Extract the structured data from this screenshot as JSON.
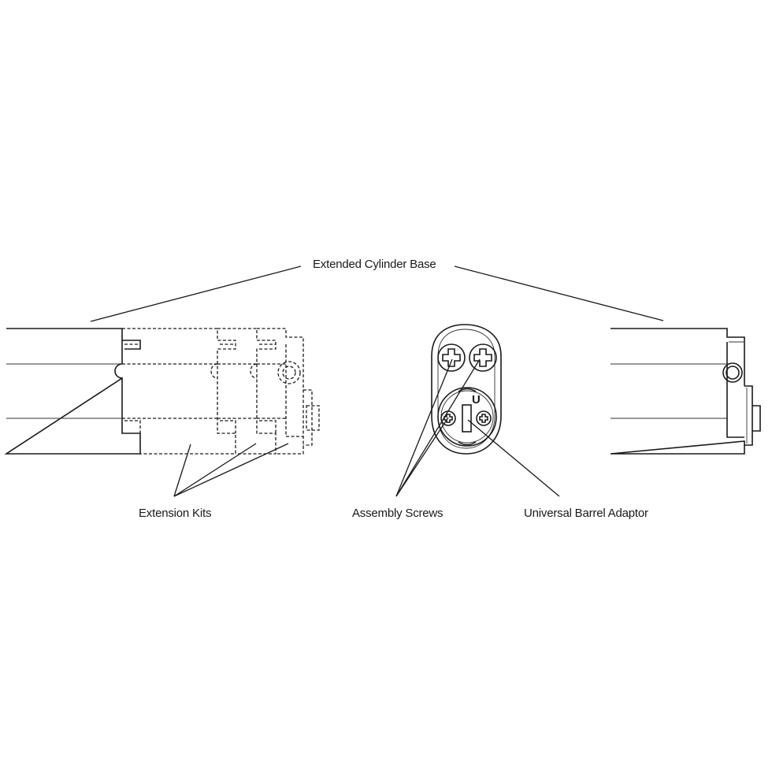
{
  "diagram": {
    "type": "exploded technical line drawing",
    "subject": "Extended cylinder lock assembly",
    "views": [
      {
        "id": "left",
        "description": "Side view of extended cylinder base with dashed extension kits attached"
      },
      {
        "id": "center",
        "description": "End view showing two assembly screws and universal barrel adaptor marked U"
      },
      {
        "id": "right",
        "description": "Side view of extended cylinder base without extensions"
      }
    ]
  },
  "labels": {
    "top": "Extended Cylinder Base",
    "extension_kits": "Extension Kits",
    "assembly_screws": "Assembly Screws",
    "universal_barrel_adaptor": "Universal Barrel Adaptor",
    "adaptor_mark": "U"
  },
  "colors": {
    "line": "#1a1a1a",
    "background": "#ffffff"
  }
}
